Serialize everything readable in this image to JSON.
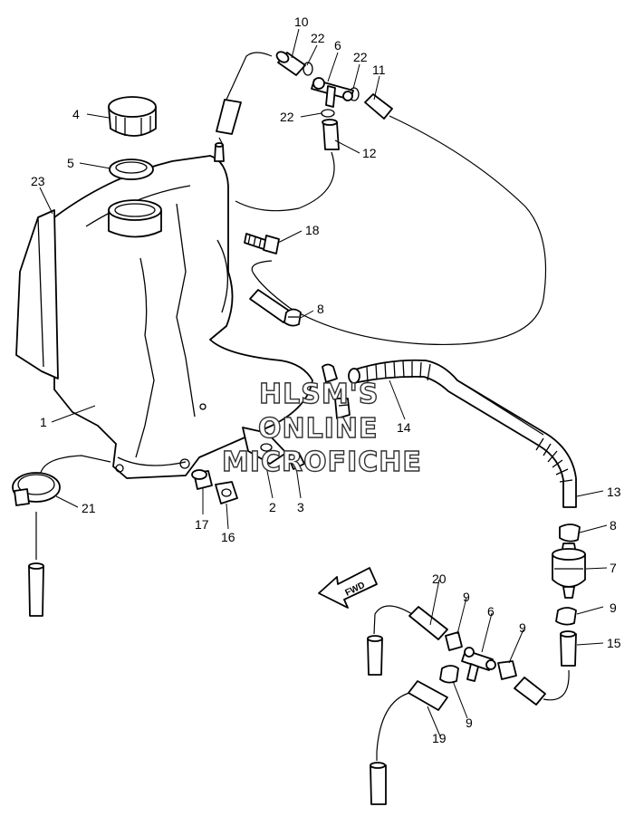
{
  "callouts": [
    {
      "id": "c10",
      "text": "10"
    },
    {
      "id": "c22a",
      "text": "22"
    },
    {
      "id": "c6a",
      "text": "6"
    },
    {
      "id": "c22b",
      "text": "22"
    },
    {
      "id": "c11",
      "text": "11"
    },
    {
      "id": "c4",
      "text": "4"
    },
    {
      "id": "c22c",
      "text": "22"
    },
    {
      "id": "c12",
      "text": "12"
    },
    {
      "id": "c5",
      "text": "5"
    },
    {
      "id": "c23",
      "text": "23"
    },
    {
      "id": "c18",
      "text": "18"
    },
    {
      "id": "c8a",
      "text": "8"
    },
    {
      "id": "c1",
      "text": "1"
    },
    {
      "id": "c14",
      "text": "14"
    },
    {
      "id": "c2",
      "text": "2"
    },
    {
      "id": "c3",
      "text": "3"
    },
    {
      "id": "c17",
      "text": "17"
    },
    {
      "id": "c16",
      "text": "16"
    },
    {
      "id": "c21",
      "text": "21"
    },
    {
      "id": "c13",
      "text": "13"
    },
    {
      "id": "c8b",
      "text": "8"
    },
    {
      "id": "c7",
      "text": "7"
    },
    {
      "id": "c9a",
      "text": "9"
    },
    {
      "id": "c20",
      "text": "20"
    },
    {
      "id": "c9b",
      "text": "9"
    },
    {
      "id": "c6b",
      "text": "6"
    },
    {
      "id": "c9c",
      "text": "9"
    },
    {
      "id": "c15",
      "text": "15"
    },
    {
      "id": "c9d",
      "text": "9"
    },
    {
      "id": "c19",
      "text": "19"
    }
  ],
  "watermark": {
    "line1": "HLSM'S",
    "line2": "ONLINE",
    "line3": "MICROFICHE"
  },
  "fwd_label": "FWD"
}
